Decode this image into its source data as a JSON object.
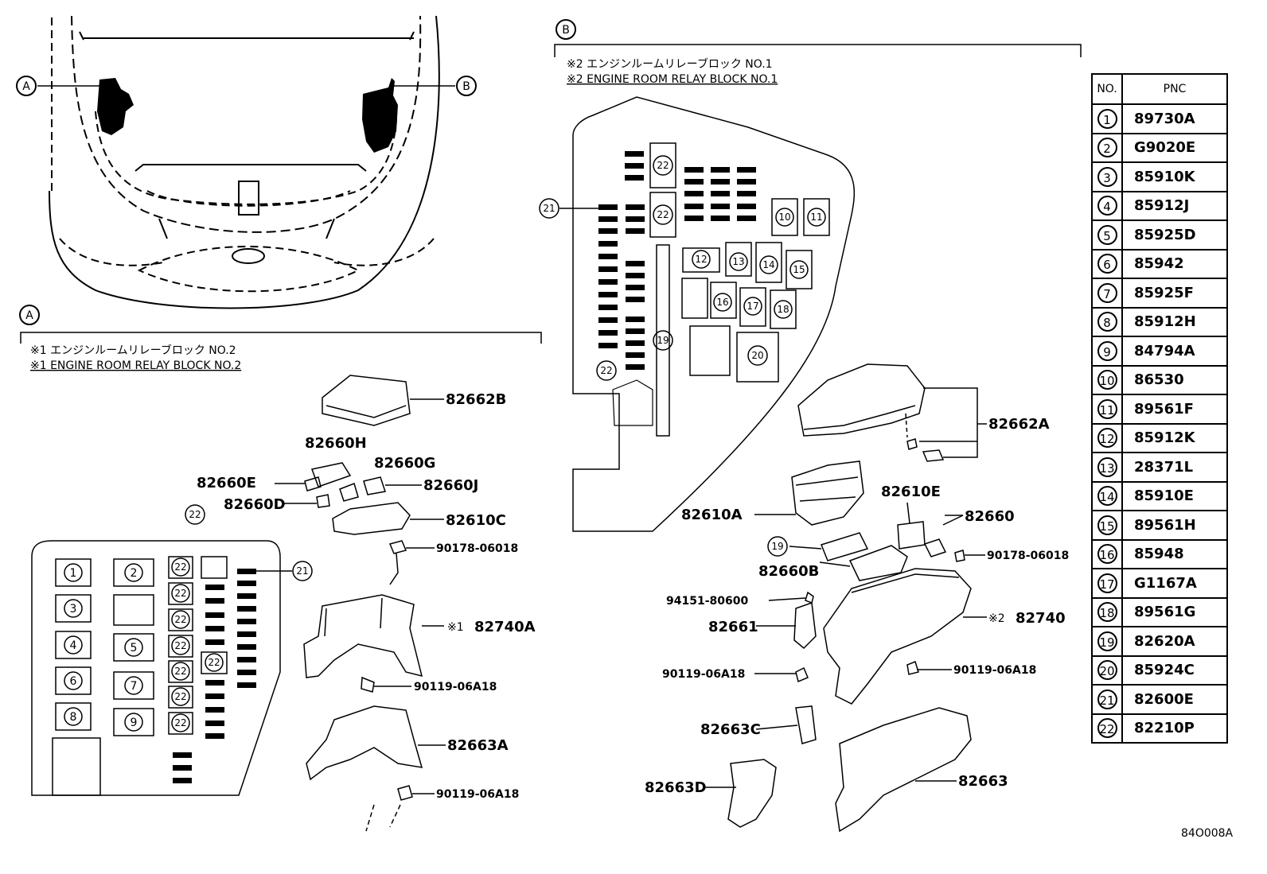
{
  "sections": {
    "a_marker": "A",
    "b_marker": "B",
    "a_note_jp": "※1 エンジンルームリレーブロック NO.2",
    "a_note_en": "※1 ENGINE ROOM RELAY BLOCK NO.2",
    "b_note_jp": "※2 エンジンルームリレーブロック NO.1",
    "b_note_en": "※2 ENGINE ROOM RELAY BLOCK NO.1"
  },
  "labels_a": {
    "p82662B": "82662B",
    "p82660H": "82660H",
    "p82660G": "82660G",
    "p82660E": "82660E",
    "p82660J": "82660J",
    "p82660D": "82660D",
    "p82610C": "82610C",
    "p90178": "90178-06018",
    "p82740A_mark": "※1",
    "p82740A": "82740A",
    "p90119a": "90119-06A18",
    "p82663A": "82663A",
    "p90119b": "90119-06A18"
  },
  "labels_b": {
    "p82662A": "82662A",
    "p82610E": "82610E",
    "p82610A": "82610A",
    "p82660": "82660",
    "p82660B": "82660B",
    "p90178": "90178-06018",
    "p94151": "94151-80600",
    "p82661": "82661",
    "p82740_mark": "※2",
    "p82740": "82740",
    "p90119a": "90119-06A18",
    "p90119b": "90119-06A18",
    "p82663C": "82663C",
    "p82663D": "82663D",
    "p82663": "82663"
  },
  "table": {
    "header_no": "NO.",
    "header_pnc": "PNC",
    "rows": [
      {
        "no": "1",
        "pnc": "89730A"
      },
      {
        "no": "2",
        "pnc": "G9020E"
      },
      {
        "no": "3",
        "pnc": "85910K"
      },
      {
        "no": "4",
        "pnc": "85912J"
      },
      {
        "no": "5",
        "pnc": "85925D"
      },
      {
        "no": "6",
        "pnc": "85942"
      },
      {
        "no": "7",
        "pnc": "85925F"
      },
      {
        "no": "8",
        "pnc": "85912H"
      },
      {
        "no": "9",
        "pnc": "84794A"
      },
      {
        "no": "10",
        "pnc": "86530"
      },
      {
        "no": "11",
        "pnc": "89561F"
      },
      {
        "no": "12",
        "pnc": "85912K"
      },
      {
        "no": "13",
        "pnc": "28371L"
      },
      {
        "no": "14",
        "pnc": "85910E"
      },
      {
        "no": "15",
        "pnc": "89561H"
      },
      {
        "no": "16",
        "pnc": "85948"
      },
      {
        "no": "17",
        "pnc": "G1167A"
      },
      {
        "no": "18",
        "pnc": "89561G"
      },
      {
        "no": "19",
        "pnc": "82620A"
      },
      {
        "no": "20",
        "pnc": "85924C"
      },
      {
        "no": "21",
        "pnc": "82600E"
      },
      {
        "no": "22",
        "pnc": "82210P"
      }
    ]
  },
  "callouts": {
    "c1": "1",
    "c2": "2",
    "c3": "3",
    "c4": "4",
    "c5": "5",
    "c6": "6",
    "c7": "7",
    "c8": "8",
    "c9": "9",
    "c10": "10",
    "c11": "11",
    "c12": "12",
    "c13": "13",
    "c14": "14",
    "c15": "15",
    "c16": "16",
    "c17": "17",
    "c18": "18",
    "c19": "19",
    "c20": "20",
    "c21": "21",
    "c22": "22"
  },
  "illustration_code": "84O008A"
}
